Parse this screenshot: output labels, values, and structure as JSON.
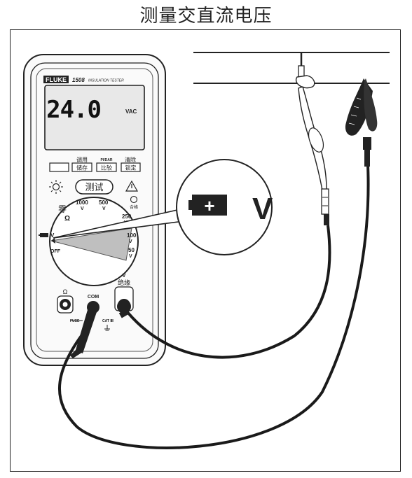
{
  "title": "测量交直流电压",
  "meter": {
    "brand": "FLUKE",
    "model": "1508",
    "model_sub": "INSULATION TESTER",
    "reading": "24.0",
    "reading_unit": "VAC",
    "btn_top_1": "调用",
    "btn_1": "储存",
    "btn_top_2": "PI/DAR",
    "btn_2": "比较",
    "btn_top_3": "清除",
    "btn_3": "锁定",
    "test_button": "测试",
    "pass_label": "合格",
    "dial": {
      "zero": "零",
      "ohm": "Ω",
      "v1000": "1000",
      "v500": "500",
      "v250": "250",
      "v100": "100",
      "v50": "50",
      "v_unit": "V",
      "volt": "V",
      "off": "OFF"
    },
    "jack_ohm": "Ω",
    "jack_com": "COM",
    "jack_v": "V",
    "jack_insul": "绝缘",
    "fuse_label": "FUSE",
    "cat_label": "CAT Ⅲ"
  },
  "callout": {
    "plus": "+",
    "v_label": "V"
  },
  "colors": {
    "outline": "#222222",
    "display_fill": "#e8e8e8",
    "lead": "#1a1a1a",
    "dial_band": "#bfbfbf"
  }
}
